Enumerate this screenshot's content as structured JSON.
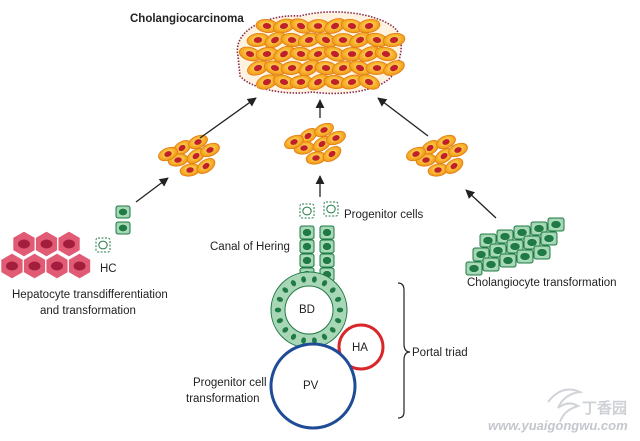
{
  "title": "Cholangiocarcinoma",
  "labels": {
    "progenitor_cells": "Progenitor cells",
    "canal_of_hering": "Canal of Hering",
    "hc": "HC",
    "hepatocyte_line1": "Hepatocyte transdifferentiation",
    "hepatocyte_line2": "and transformation",
    "cholangiocyte": "Cholangiocyte transformation",
    "bd": "BD",
    "ha": "HA",
    "pv": "PV",
    "portal_triad": "Portal triad",
    "progenitor_transform_line1": "Progenitor cell",
    "progenitor_transform_line2": "transformation"
  },
  "watermark": {
    "cn": "丁香园",
    "url": "www.yuaigongwu.com"
  },
  "colors": {
    "tumor_orange": "#f39a1e",
    "tumor_yellow": "#fbd23b",
    "tumor_nucleus": "#c0202a",
    "hepatocyte_fill": "#e25b75",
    "hepatocyte_nucleus": "#a31d3c",
    "duct_fill": "#a7d7b6",
    "duct_nucleus": "#1f7a45",
    "ha_ring": "#d8262b",
    "pv_ring": "#1f4c96"
  }
}
